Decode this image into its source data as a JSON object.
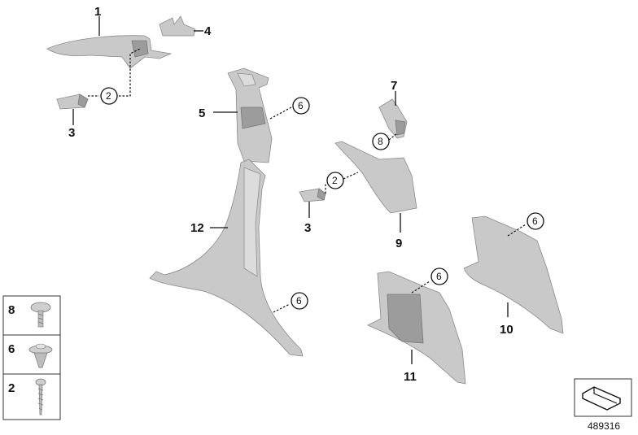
{
  "callouts": {
    "c1": "1",
    "c2a": "2",
    "c3a": "3",
    "c4": "4",
    "c5": "5",
    "c6a": "6",
    "c7": "7",
    "c8a": "8",
    "c2b": "2",
    "c3b": "3",
    "c9": "9",
    "c12": "12",
    "c6b": "6",
    "c6c": "6",
    "c6d": "6",
    "c10": "10",
    "c11": "11"
  },
  "legend": {
    "l8": "8",
    "l6": "6",
    "l2": "2"
  },
  "reference_number": "489316",
  "colors": {
    "part_fill": "#c9c9c9",
    "part_stroke": "#8a8a8a",
    "line": "#111111"
  }
}
